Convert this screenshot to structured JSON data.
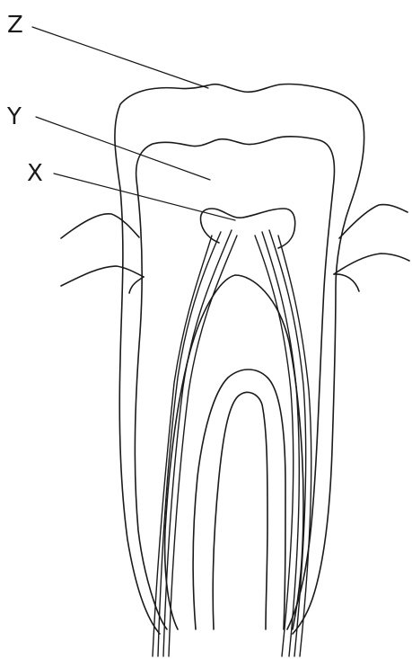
{
  "diagram": {
    "labels": {
      "z": "Z",
      "y": "Y",
      "x": "X"
    }
  }
}
